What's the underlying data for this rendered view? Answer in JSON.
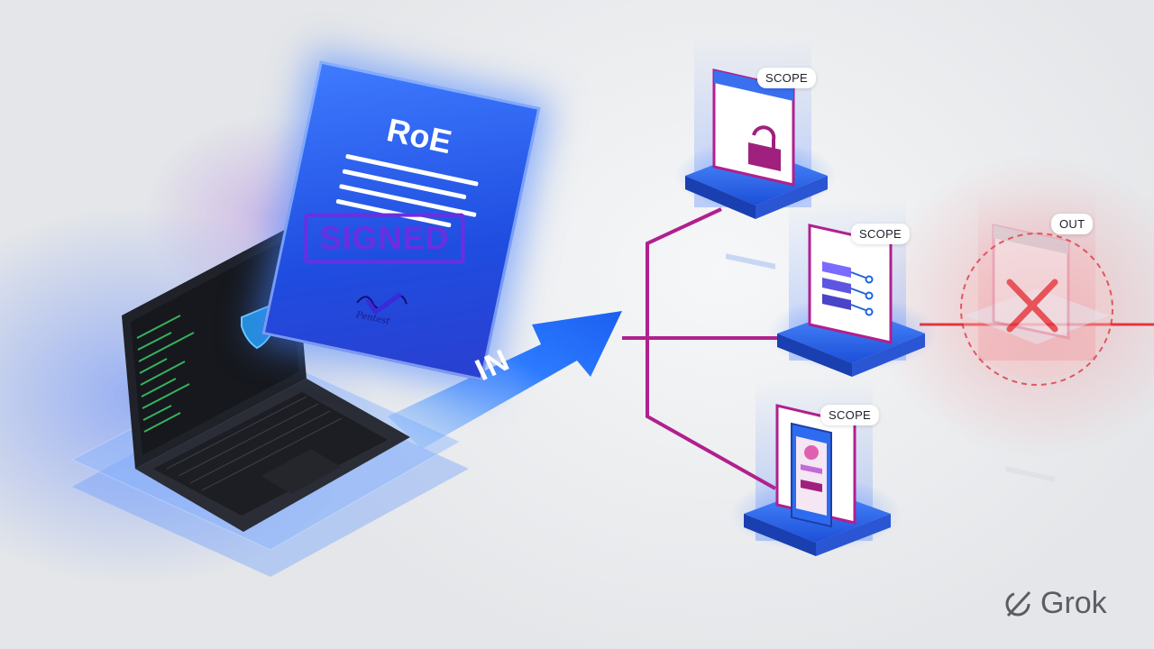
{
  "diagram": {
    "document": {
      "title": "RoE",
      "stamp": "SIGNED",
      "signature_name": "Pentest"
    },
    "arrow_label": "IN",
    "nodes": [
      {
        "label": "SCOPE",
        "icon": "locked-web-page-icon",
        "status": "in-scope"
      },
      {
        "label": "SCOPE",
        "icon": "server-stack-icon",
        "status": "in-scope"
      },
      {
        "label": "SCOPE",
        "icon": "mobile-app-icon",
        "status": "in-scope"
      },
      {
        "label": "OUT",
        "icon": "web-page-icon",
        "status": "out-of-scope"
      }
    ],
    "colors": {
      "accent_blue": "#2d7bff",
      "connector_magenta": "#b0208e",
      "out_red": "#e5353c",
      "terminal_green": "#3ccf6a"
    }
  },
  "watermark": {
    "text": "Grok"
  }
}
